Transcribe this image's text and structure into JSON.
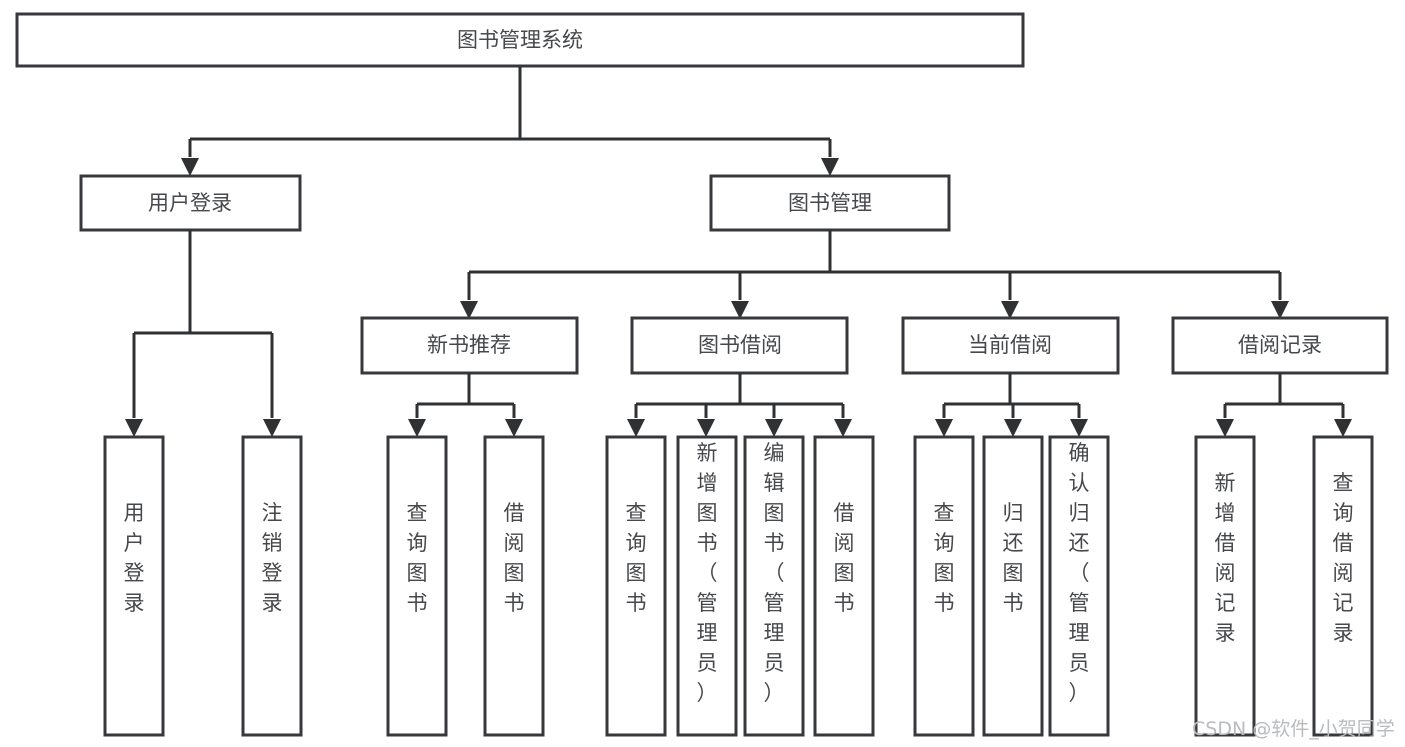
{
  "diagram": {
    "type": "tree-hierarchy-chart",
    "title": "图书管理系统",
    "orientation": "top-down",
    "colors": {
      "background": "#ffffff",
      "box_stroke": "#36383b",
      "box_fill": "#ffffff",
      "connector": "#2f3133",
      "label_text": "#46484b",
      "watermark": "#b9bbbd"
    },
    "root": {
      "label": "图书管理系统",
      "level": 0
    },
    "level1": [
      {
        "label": "用户登录"
      },
      {
        "label": "图书管理"
      }
    ],
    "level2": [
      {
        "label": "新书推荐",
        "parent": "图书管理"
      },
      {
        "label": "图书借阅",
        "parent": "图书管理"
      },
      {
        "label": "当前借阅",
        "parent": "图书管理"
      },
      {
        "label": "借阅记录",
        "parent": "图书管理"
      }
    ],
    "leaves": {
      "user_login": [
        {
          "label": "用户登录"
        },
        {
          "label": "注销登录"
        }
      ],
      "new_book_recommend": [
        {
          "label": "查询图书"
        },
        {
          "label": "借阅图书"
        }
      ],
      "book_borrow": [
        {
          "label": "查询图书"
        },
        {
          "label": "新增图书（管理员）"
        },
        {
          "label": "编辑图书（管理员）"
        },
        {
          "label": "借阅图书"
        }
      ],
      "current_borrow": [
        {
          "label": "查询图书"
        },
        {
          "label": "归还图书"
        },
        {
          "label": "确认归还（管理员）"
        }
      ],
      "borrow_record": [
        {
          "label": "新增借阅记录"
        },
        {
          "label": "查询借阅记录"
        }
      ]
    },
    "watermark": "CSDN @软件_小贺同学"
  }
}
